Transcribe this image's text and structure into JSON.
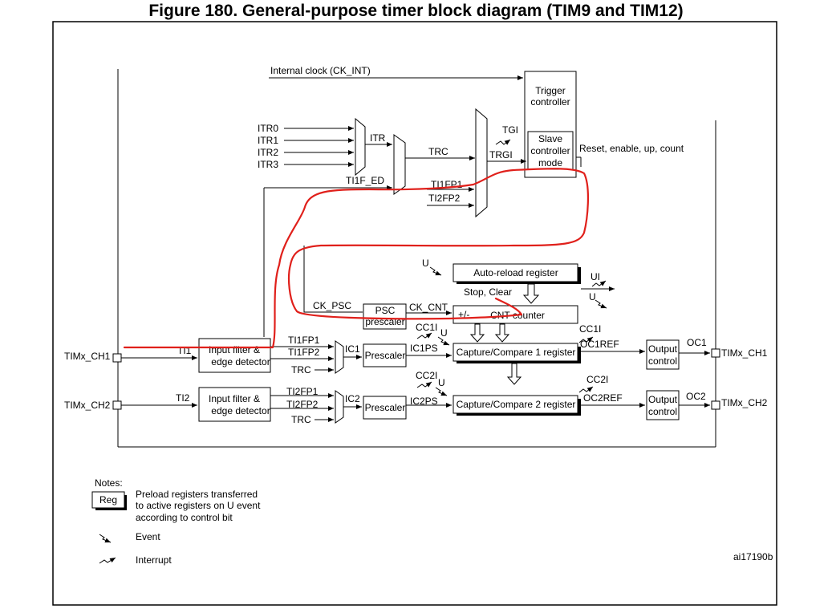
{
  "title": "Figure 180. General-purpose timer block diagram (TIM9 and TIM12)",
  "labels": {
    "internal_clock": "Internal clock (CK_INT)",
    "trigger_controller_1": "Trigger",
    "trigger_controller_2": "controller",
    "slave_1": "Slave",
    "slave_2": "controller",
    "slave_3": "mode",
    "reset_enable": "Reset, enable, up, count",
    "tgi": "TGI",
    "trgi": "TRGI",
    "itr": "ITR",
    "trc": "TRC",
    "itr0": "ITR0",
    "itr1": "ITR1",
    "itr2": "ITR2",
    "itr3": "ITR3",
    "ti1f_ed": "TI1F_ED",
    "ti1fp1_top": "TI1FP1",
    "ti2fp2_top": "TI2FP2",
    "u_top": "U",
    "auto_reload": "Auto-reload register",
    "ui": "UI",
    "u_right": "U",
    "stop_clear": "Stop, Clear",
    "ck_psc": "CK_PSC",
    "psc_1": "PSC",
    "psc_2": "prescaler",
    "ck_cnt": "CK_CNT",
    "plus_minus": "+/-",
    "cnt_counter": "CNT counter",
    "cc1i_left": "CC1I",
    "u_cc1": "U",
    "cc1i_right": "CC1I",
    "oc1ref": "OC1REF",
    "timx_ch1": "TIMx_CH1",
    "ti1": "TI1",
    "input_filter_1a": "Input filter &",
    "input_filter_1b": "edge detector",
    "ti1fp1": "TI1FP1",
    "ti1fp2": "TI1FP2",
    "trc_1": "TRC",
    "ic1": "IC1",
    "prescaler_1": "Prescaler",
    "ic1ps": "IC1PS",
    "cc1_register": "Capture/Compare 1 register",
    "output_control_1a": "Output",
    "output_control_1b": "control",
    "oc1": "OC1",
    "timx_ch1_out": "TIMx_CH1",
    "cc2i_left": "CC2I",
    "u_cc2": "U",
    "cc2i_right": "CC2I",
    "oc2ref": "OC2REF",
    "timx_ch2": "TIMx_CH2",
    "ti2": "TI2",
    "input_filter_2a": "Input filter &",
    "input_filter_2b": "edge detector",
    "ti2fp1": "TI2FP1",
    "ti2fp2": "TI2FP2",
    "trc_2": "TRC",
    "ic2": "IC2",
    "prescaler_2": "Prescaler",
    "ic2ps": "IC2PS",
    "cc2_register": "Capture/Compare 2 register",
    "output_control_2a": "Output",
    "output_control_2b": "control",
    "oc2": "OC2",
    "timx_ch2_out": "TIMx_CH2"
  },
  "notes": {
    "heading": "Notes:",
    "reg": "Reg",
    "reg_desc_1": "Preload registers transferred",
    "reg_desc_2": "to active registers on U event",
    "reg_desc_3": "according to control bit",
    "event": "Event",
    "interrupt": "Interrupt"
  },
  "figure_id": "ai17190b",
  "annotation_color": "#e0201b"
}
